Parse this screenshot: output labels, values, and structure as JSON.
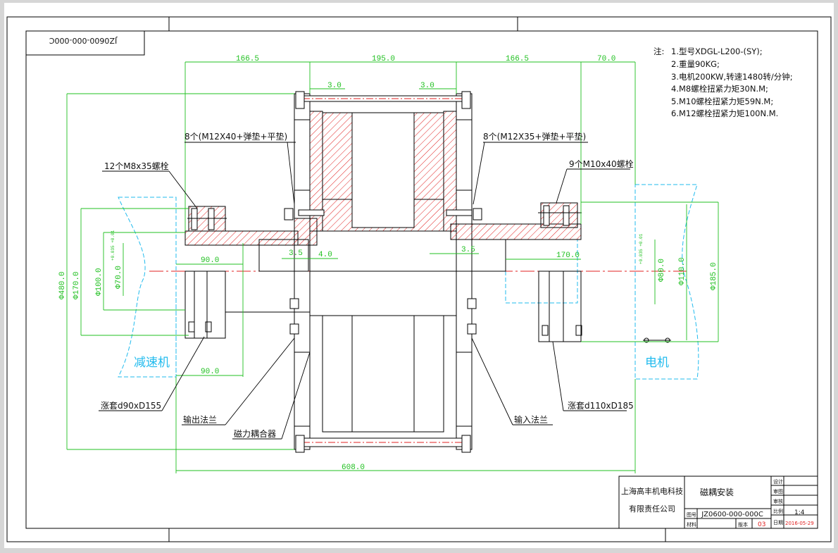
{
  "drawing_code": "JZ0600-000-000C",
  "notes": {
    "prefix": "注:",
    "items": [
      "1.型号XDGL-L200-(SY);",
      "2.重量90KG;",
      "3.电机200KW,转速1480转/分钟;",
      "4.M8螺栓扭紧力矩30N.M;",
      "5.M10螺栓扭紧力矩59N.M;",
      "6.M12螺栓扭紧力矩100N.M."
    ]
  },
  "dimensions": {
    "top_left": "166.5",
    "top_mid": "195.0",
    "top_right": "166.5",
    "top_far": "70.0",
    "gap_left": "3.0",
    "gap_right": "3.0",
    "d480": "Ф480.0",
    "d170": "Ф170.0",
    "d100": "Ф100.0",
    "d70": "Ф70.0",
    "tol_70": "+0.035\n+0.01",
    "left_90_top": "90.0",
    "left_90_bot": "90.0",
    "gap_35_left": "3.5",
    "gap_40": "4.0",
    "gap_35_right": "3.5",
    "right_170": "170.0",
    "d80": "Ф80.0",
    "tol_80": "+0.035\n+0.01",
    "d110": "Ф110.0",
    "d185": "Ф185.0",
    "total": "608.0"
  },
  "callouts": {
    "bolts_left_top": "8个(M12X40+弹垫+平垫)",
    "bolts_right_top": "8个(M12X35+弹垫+平垫)",
    "bolts_m8": "12个M8x35螺栓",
    "bolts_m10": "9个M10x40螺栓",
    "sleeve_left": "涨套d90xD155",
    "sleeve_right": "涨套d110xD185",
    "output_flange": "输出法兰",
    "coupler": "磁力耦合器",
    "input_flange": "输入法兰",
    "reducer": "减速机",
    "motor": "电机"
  },
  "title_block": {
    "company_line1": "上海高丰机电科技",
    "company_line2": "有限责任公司",
    "title": "磁耦安装",
    "drawing_no": "JZ0600-000-000C",
    "scale": "1:4",
    "version": "03",
    "date": "2016-05-29",
    "labels": [
      "设计",
      "审图",
      "审核",
      "图号",
      "比例",
      "材料",
      "版本",
      "日期"
    ]
  },
  "colors": {
    "line": "#000000",
    "dimension": "#20c020",
    "section": "#e02020",
    "phantom": "#22bbee",
    "centerline": "#e02020",
    "date": "#e02020"
  }
}
